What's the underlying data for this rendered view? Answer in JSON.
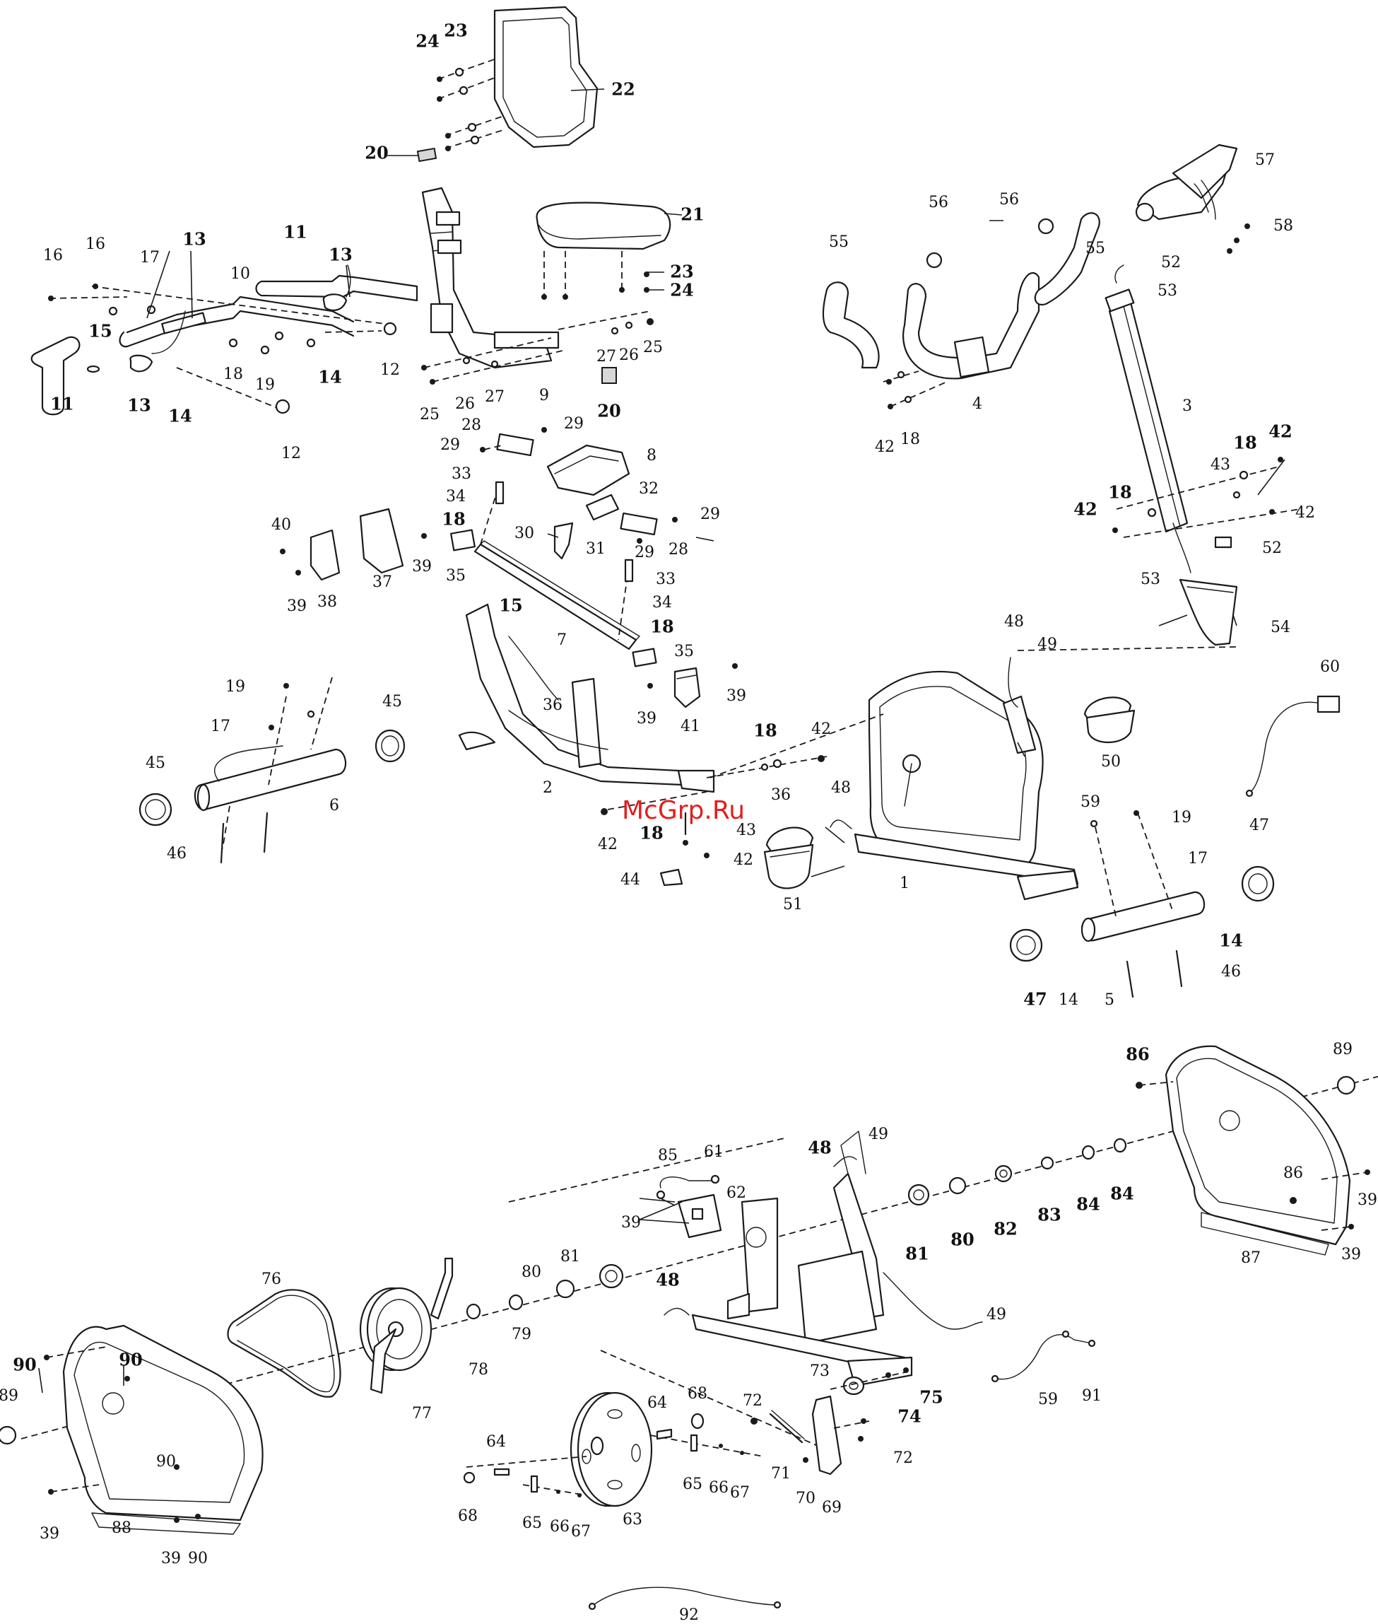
{
  "watermark": {
    "text": "McGrp.Ru",
    "color": "#e02020"
  },
  "parts": [
    {
      "n": "1"
    },
    {
      "n": "2"
    },
    {
      "n": "3"
    },
    {
      "n": "4"
    },
    {
      "n": "5"
    },
    {
      "n": "6"
    },
    {
      "n": "7"
    },
    {
      "n": "8"
    },
    {
      "n": "9"
    },
    {
      "n": "10"
    },
    {
      "n": "11"
    },
    {
      "n": "12"
    },
    {
      "n": "13"
    },
    {
      "n": "14"
    },
    {
      "n": "15"
    },
    {
      "n": "16"
    },
    {
      "n": "17"
    },
    {
      "n": "18"
    },
    {
      "n": "19"
    },
    {
      "n": "20"
    },
    {
      "n": "21"
    },
    {
      "n": "22"
    },
    {
      "n": "23"
    },
    {
      "n": "24"
    },
    {
      "n": "25"
    },
    {
      "n": "26"
    },
    {
      "n": "27"
    },
    {
      "n": "28"
    },
    {
      "n": "29"
    },
    {
      "n": "30"
    },
    {
      "n": "31"
    },
    {
      "n": "32"
    },
    {
      "n": "33"
    },
    {
      "n": "34"
    },
    {
      "n": "35"
    },
    {
      "n": "36"
    },
    {
      "n": "37"
    },
    {
      "n": "38"
    },
    {
      "n": "39"
    },
    {
      "n": "40"
    },
    {
      "n": "41"
    },
    {
      "n": "42"
    },
    {
      "n": "43"
    },
    {
      "n": "44"
    },
    {
      "n": "45"
    },
    {
      "n": "46"
    },
    {
      "n": "47"
    },
    {
      "n": "48"
    },
    {
      "n": "49"
    },
    {
      "n": "50"
    },
    {
      "n": "51"
    },
    {
      "n": "52"
    },
    {
      "n": "53"
    },
    {
      "n": "54"
    },
    {
      "n": "55"
    },
    {
      "n": "56"
    },
    {
      "n": "57"
    },
    {
      "n": "58"
    },
    {
      "n": "59"
    },
    {
      "n": "60"
    },
    {
      "n": "61"
    },
    {
      "n": "62"
    },
    {
      "n": "63"
    },
    {
      "n": "64"
    },
    {
      "n": "65"
    },
    {
      "n": "66"
    },
    {
      "n": "67"
    },
    {
      "n": "68"
    },
    {
      "n": "69"
    },
    {
      "n": "70"
    },
    {
      "n": "71"
    },
    {
      "n": "72"
    },
    {
      "n": "73"
    },
    {
      "n": "74"
    },
    {
      "n": "75"
    },
    {
      "n": "76"
    },
    {
      "n": "77"
    },
    {
      "n": "78"
    },
    {
      "n": "79"
    },
    {
      "n": "80"
    },
    {
      "n": "81"
    },
    {
      "n": "82"
    },
    {
      "n": "83"
    },
    {
      "n": "84"
    },
    {
      "n": "85"
    },
    {
      "n": "86"
    },
    {
      "n": "87"
    },
    {
      "n": "88"
    },
    {
      "n": "89"
    },
    {
      "n": "90"
    },
    {
      "n": "91"
    },
    {
      "n": "92"
    }
  ]
}
